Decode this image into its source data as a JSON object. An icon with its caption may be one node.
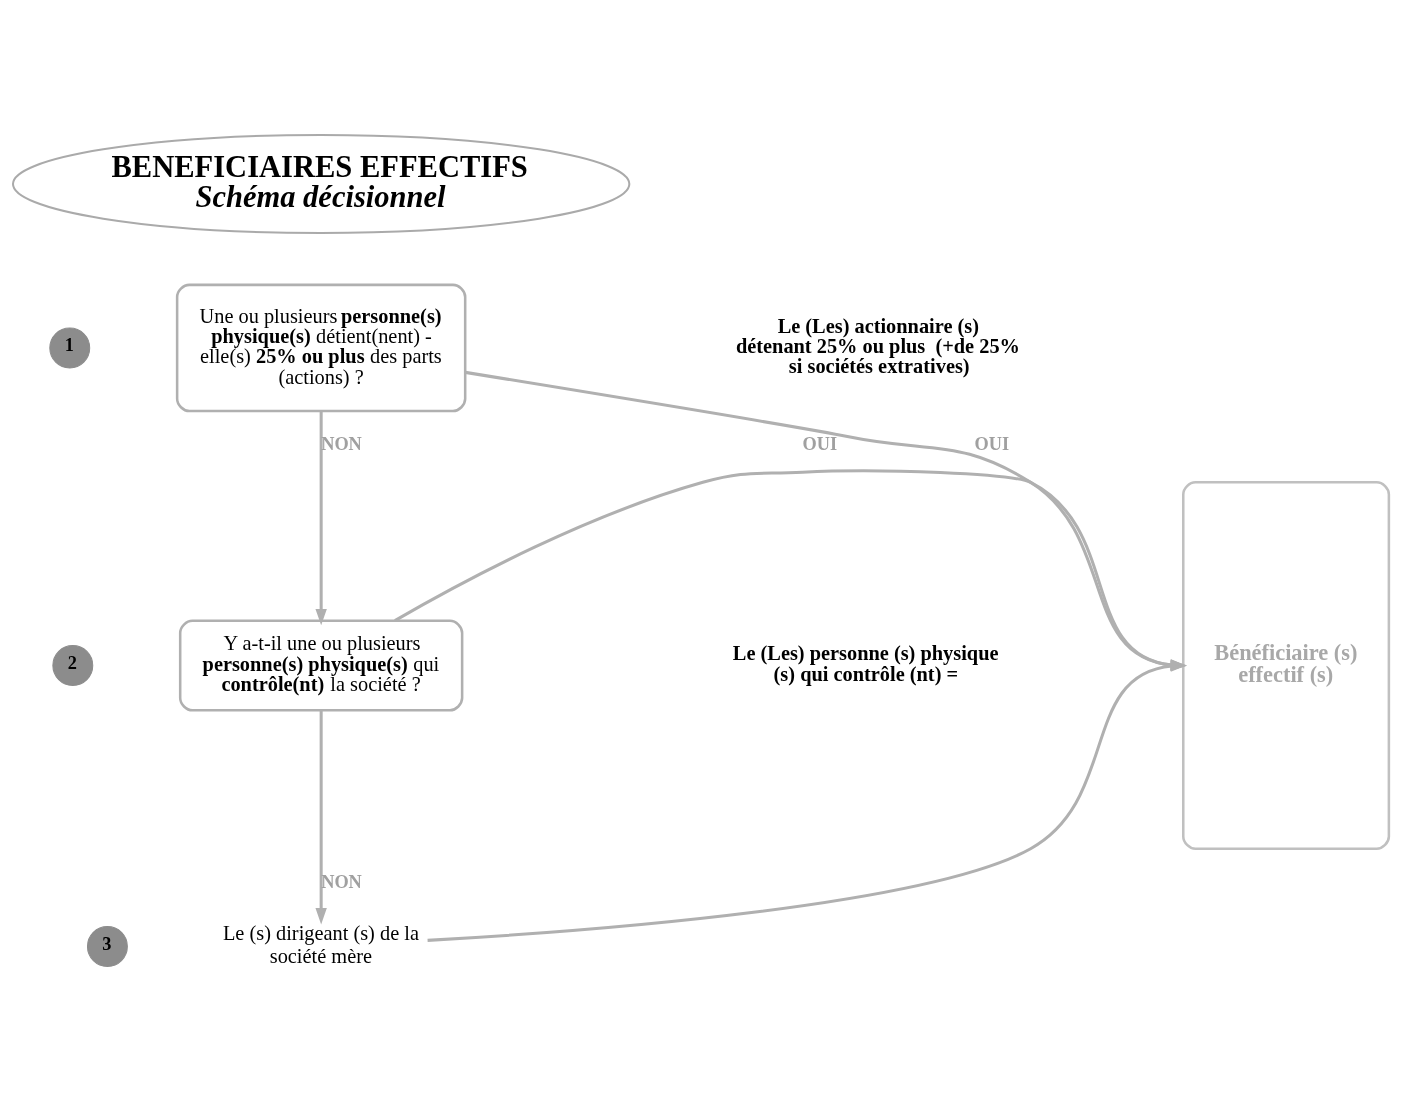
{
  "diagram": {
    "nodes": [
      {
        "text": [
          "BENEFICIAIRES EFFECTIFS",
          "Schéma décisionnel"
        ]
      },
      {
        "text": [
          "1"
        ]
      },
      {
        "text": [
          "Une ou plusieurs **personne(s) physique(s)** détient(nent) - elle(s) **25% ou plus** des parts (actions) ?"
        ]
      },
      {
        "text": [
          "2"
        ]
      },
      {
        "text": [
          "Y a-t-il une ou plusieurs **personne(s) physique(s)** qui **contrôle(nt)** la société ?"
        ]
      },
      {
        "text": [
          "3"
        ]
      },
      {
        "text": [
          "Le (s) dirigeant (s) de la société mère"
        ]
      },
      {
        "text": [
          "Bénéficiaire (s) effectif (s)"
        ]
      }
    ],
    "edges": [
      {
        "from": 2,
        "to": 7,
        "label": "OUI",
        "arrow": "to"
      },
      {
        "from": 2,
        "to": 4,
        "label": "NON",
        "arrow": "to"
      },
      {
        "from": 4,
        "to": 7,
        "label": "OUI",
        "arrow": "to"
      },
      {
        "from": 4,
        "to": 6,
        "label": "NON",
        "arrow": "to"
      },
      {
        "from": 6,
        "to": 7,
        "arrow": "to"
      }
    ],
    "labels": [
      "Le (Les) actionnaire (s) détenant 25% ou plus  (+de 25% si sociétés extratives)",
      "Le (Les) personne (s) physique (s) qui contrôle (nt) ="
    ]
  }
}
